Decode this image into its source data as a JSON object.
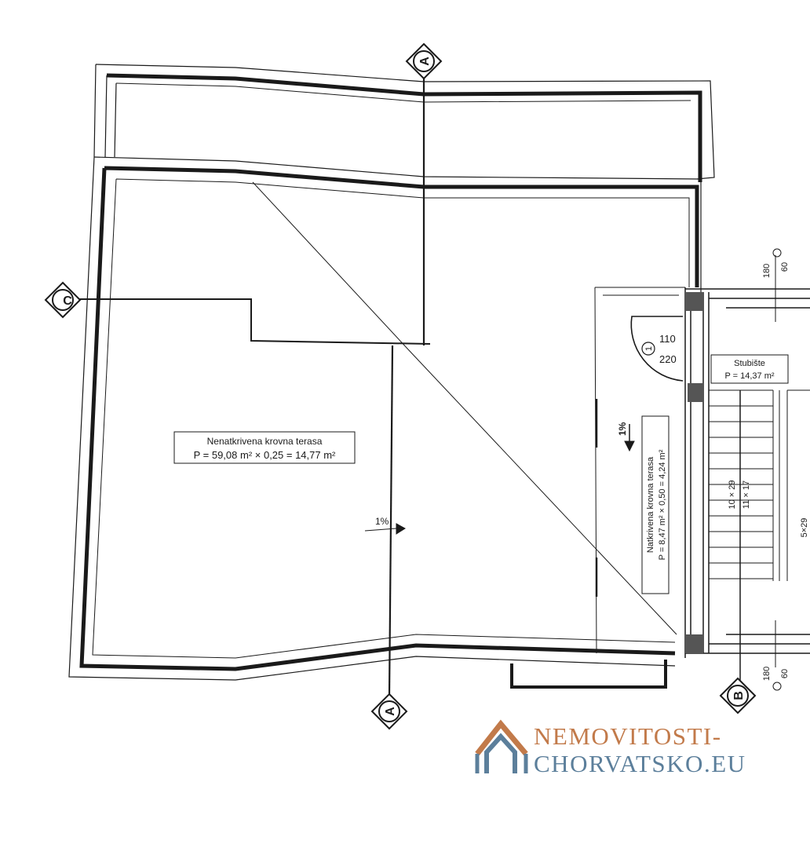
{
  "plan": {
    "section_markers": [
      "A",
      "A",
      "B",
      "C",
      "1"
    ],
    "main_terrace": {
      "label": "Nenatkrivena krovna terasa",
      "formula": "P = 59,08 m² × 0,25 = 14,77 m²"
    },
    "covered_terrace": {
      "label": "Natkrivena krovna terasa",
      "formula": "P = 8,47 m² × 0,50 = 4,24 m²"
    },
    "stairwell": {
      "label": "Stubište",
      "formula": "P = 14,37 m²"
    },
    "slopes": [
      "1%",
      "1%"
    ],
    "dimensions": {
      "door_width": "110",
      "door_height": "220",
      "stairs_top": "10 × 29",
      "stairs_bottom": "11 × 17",
      "stairs_side": "5×29",
      "window_top_1": "180",
      "window_top_2": "60",
      "window_bottom_1": "180",
      "window_bottom_2": "60"
    }
  },
  "watermark": {
    "line1": "NEMOVITOSTI-",
    "line2": "CHORVATSKO.EU",
    "colors": {
      "top": "#c27a4a",
      "bottom": "#5c7f9b"
    }
  }
}
